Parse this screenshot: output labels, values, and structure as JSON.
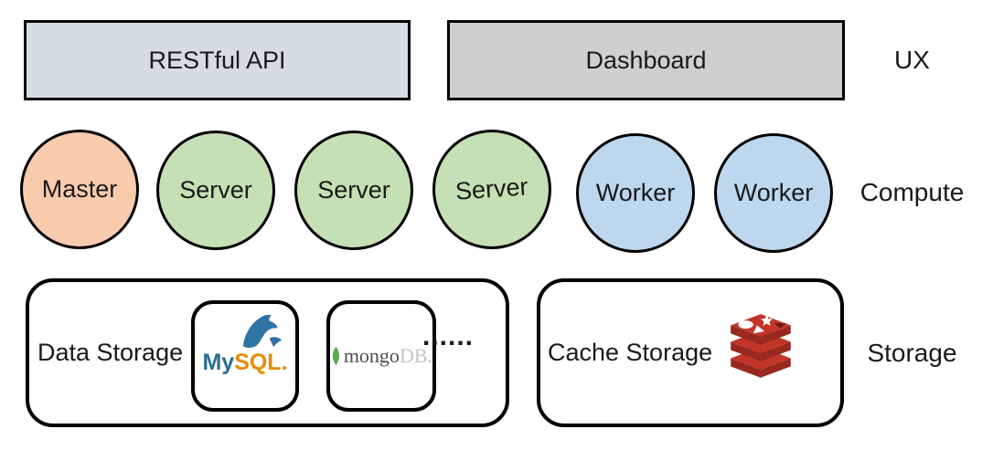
{
  "layers": {
    "ux": {
      "side_label": "UX",
      "boxes": [
        {
          "label": "RESTful API",
          "fill": "#D6DCE5"
        },
        {
          "label": "Dashboard",
          "fill": "#D0CECE"
        }
      ]
    },
    "compute": {
      "side_label": "Compute",
      "nodes": [
        {
          "label": "Master",
          "fill": "#F8CBAD"
        },
        {
          "label": "Server",
          "fill": "#C5E0B4"
        },
        {
          "label": "Server",
          "fill": "#C5E0B4"
        },
        {
          "label": "Server",
          "fill": "#C5E0B4"
        },
        {
          "label": "Worker",
          "fill": "#BDD7EE"
        },
        {
          "label": "Worker",
          "fill": "#BDD7EE"
        }
      ]
    },
    "storage": {
      "side_label": "Storage",
      "data_storage": {
        "label": "Data Storage",
        "databases": [
          {
            "name": "MySQL",
            "icon": "mysql-logo",
            "wordmark_my": "My",
            "wordmark_sql": "SQL",
            "wordmark_dot": "."
          },
          {
            "name": "MongoDB",
            "icon": "mongodb-logo",
            "wordmark_mongo": "mongo",
            "wordmark_db": "DB."
          }
        ],
        "ellipsis": "......"
      },
      "cache_storage": {
        "label": "Cache Storage",
        "icon": "redis-logo"
      }
    }
  },
  "colors": {
    "border": "#000000",
    "text": "#1A1A1A",
    "mysql_my": "#2A6E93",
    "mysql_sql": "#E48E00",
    "mysql_dolphin": "#2E74A4",
    "mongo_text": "#4E4E4E",
    "mongo_db": "#C4C4C4",
    "mongo_leaf": "#58AA50",
    "redis_bright": "#C23529",
    "redis_dark": "#99291E",
    "redis_shadow": "#6E1A12"
  }
}
